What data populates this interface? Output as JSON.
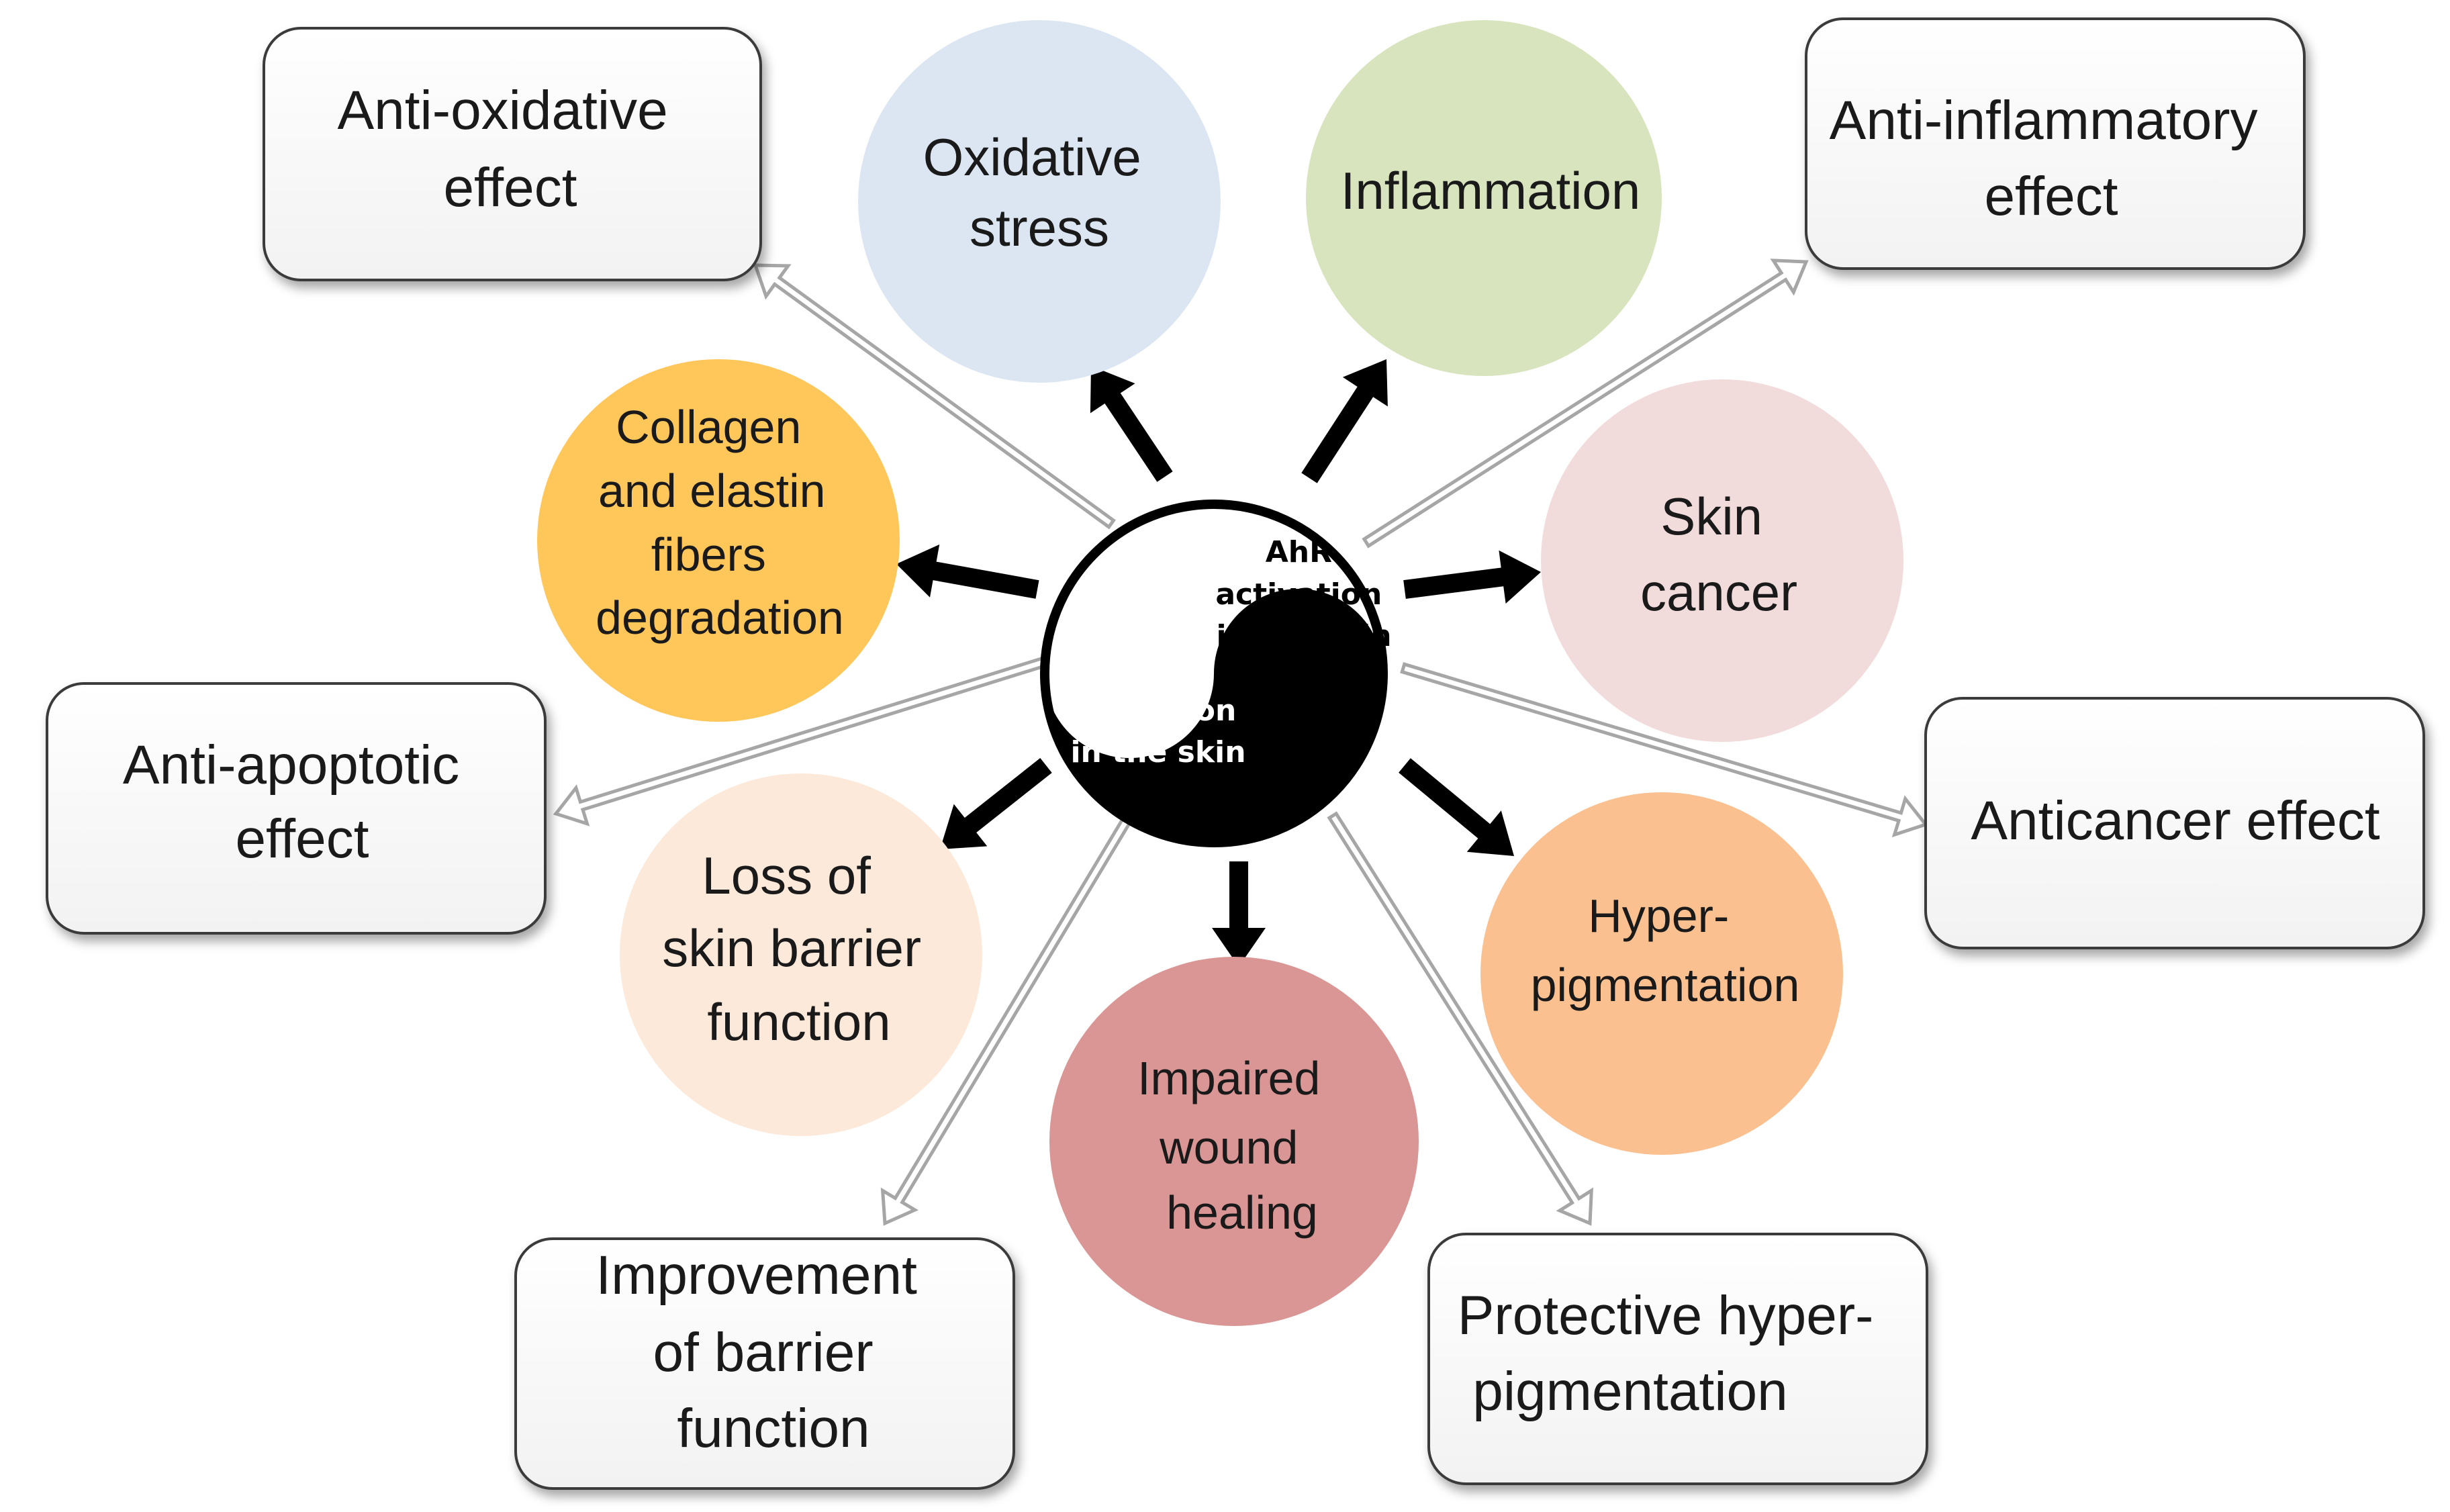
{
  "center": {
    "top_label": [
      "AhR",
      "activation",
      "in the skin"
    ],
    "bottom_label": [
      "AhR",
      "activation",
      "in the skin"
    ]
  },
  "harmful_effects": [
    {
      "id": "oxidative-stress",
      "lines": [
        "Oxidative",
        "stress"
      ],
      "color": "#dce6f2"
    },
    {
      "id": "inflammation",
      "lines": [
        "Inflammation"
      ],
      "color": "#d7e4bd"
    },
    {
      "id": "skin-cancer",
      "lines": [
        "Skin",
        "cancer"
      ],
      "color": "#f2dcdb"
    },
    {
      "id": "hyperpigmentation",
      "lines": [
        "Hyper-",
        "pigmentation"
      ],
      "color": "#fac090"
    },
    {
      "id": "impaired-wound-healing",
      "lines": [
        "Impaired",
        "wound",
        "healing"
      ],
      "color": "#d99694"
    },
    {
      "id": "loss-of-skin-barrier",
      "lines": [
        "Loss of",
        "skin barrier",
        "function"
      ],
      "color": "#fde9d9"
    },
    {
      "id": "collagen-degradation",
      "lines": [
        "Collagen",
        "and elastin",
        "fibers",
        "degradation"
      ],
      "color": "#ffc65a"
    }
  ],
  "beneficial_effects": [
    {
      "id": "anti-oxidative",
      "lines": [
        "Anti-oxidative",
        "effect"
      ]
    },
    {
      "id": "anti-inflammatory",
      "lines": [
        "Anti-inflammatory",
        "effect"
      ]
    },
    {
      "id": "anticancer",
      "lines": [
        "Anticancer effect"
      ]
    },
    {
      "id": "protective-hyperpigmentation",
      "lines": [
        "Protective hyper-",
        "pigmentation"
      ]
    },
    {
      "id": "improvement-barrier",
      "lines": [
        "Improvement",
        "of barrier",
        "function"
      ]
    },
    {
      "id": "anti-apoptotic",
      "lines": [
        "Anti-apoptotic",
        "effect"
      ]
    }
  ]
}
